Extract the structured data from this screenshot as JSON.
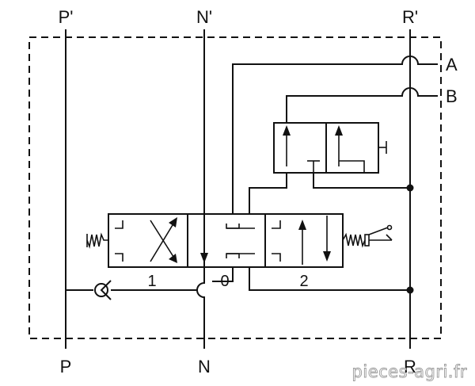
{
  "ports": {
    "p_top": "P'",
    "n_top": "N'",
    "r_top": "R'",
    "p_bottom": "P",
    "n_bottom": "N",
    "r_bottom": "R",
    "a": "A",
    "b": "B"
  },
  "positions": {
    "pos1": "1",
    "pos0": "0",
    "pos2": "2"
  },
  "watermark": "pieces-agri.fr"
}
